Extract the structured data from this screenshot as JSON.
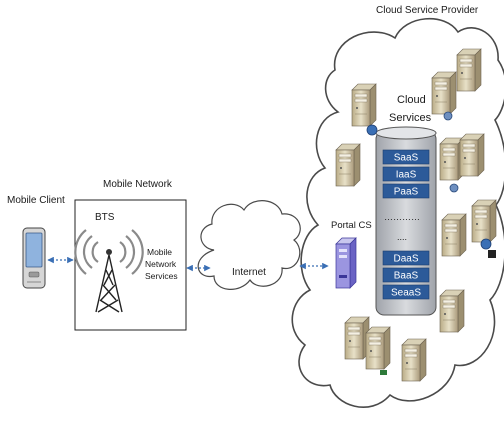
{
  "labels": {
    "cloud_provider": "Cloud Service Provider",
    "cloud_services_line1": "Cloud",
    "cloud_services_line2": "Services",
    "mobile_network": "Mobile Network",
    "mobile_client": "Mobile Client",
    "bts": "BTS",
    "mns_line1": "Mobile",
    "mns_line2": "Network",
    "mns_line3": "Services",
    "internet": "Internet",
    "portal": "Portal CS"
  },
  "services_top": [
    "SaaS",
    "IaaS",
    "PaaS"
  ],
  "services_bottom": [
    "DaaS",
    "BaaS",
    "SeaaS"
  ],
  "ellipsis": "…………",
  "ellipsis_short": "....",
  "colors": {
    "service_box": "#2c5a99",
    "service_text": "#ffffff",
    "panel": "#c9ccd1",
    "arrow": "#3a6fb5",
    "cloud_stroke": "#4a4a4a"
  },
  "icons": [
    "mobile-phone-icon",
    "tower-antenna-icon",
    "internet-cloud-icon",
    "portal-server-icon",
    "server-icon"
  ]
}
